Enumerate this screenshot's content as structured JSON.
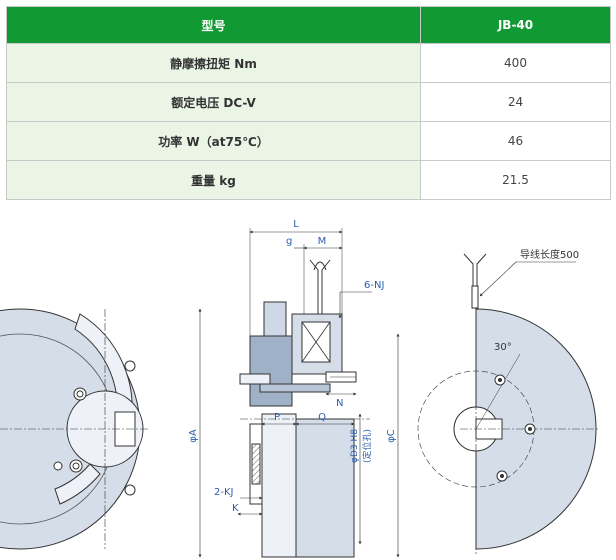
{
  "spec_table": {
    "header": {
      "model_label": "型号",
      "model_value": "JB-40"
    },
    "rows": [
      {
        "label": "静摩擦扭矩 Nm",
        "value": "400"
      },
      {
        "label": "额定电压 DC-V",
        "value": "24"
      },
      {
        "label": "功率 W（at75℃）",
        "value": "46"
      },
      {
        "label": "重量 kg",
        "value": "21.5"
      }
    ]
  },
  "drawing": {
    "dimension_labels": {
      "L": "L",
      "g": "g",
      "M": "M",
      "six_nj": "6-NJ",
      "N": "N",
      "P": "P",
      "Q": "Q",
      "phiA": "φA",
      "phiC": "φC",
      "phiD3": "φD3 H8",
      "positioning_hole": "(定位孔)",
      "two_kj": "2-KJ",
      "K": "K",
      "lead_length": "导线长度500",
      "angle": "30°"
    }
  },
  "colors": {
    "header_green": "#119a33",
    "label_bg": "#eaf5e6",
    "dimension_blue": "#2a5db0"
  }
}
